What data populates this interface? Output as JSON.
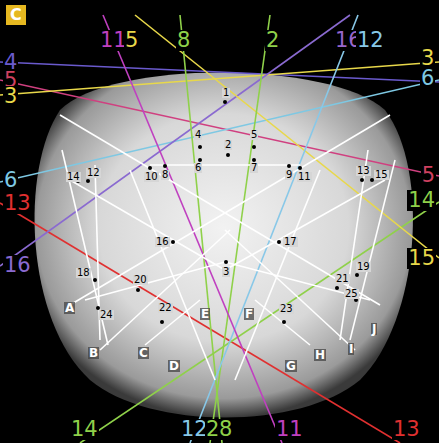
{
  "diagram": {
    "labels": [
      "C",
      "11",
      "5",
      "8",
      "2",
      "16",
      "12",
      "4",
      "5",
      "3",
      "6",
      "13",
      "16",
      "3",
      "6",
      "5",
      "14",
      "15",
      "14",
      "12",
      "2",
      "8",
      "11",
      "13",
      "1",
      "2",
      "4",
      "5",
      "6",
      "7",
      "8",
      "10",
      "9",
      "11",
      "12",
      "14",
      "13",
      "15",
      "16",
      "17",
      "3",
      "18",
      "20",
      "19",
      "21",
      "22",
      "23",
      "24",
      "25",
      "A",
      "B",
      "C",
      "D",
      "E",
      "F",
      "G",
      "H",
      "I",
      "J"
    ]
  }
}
